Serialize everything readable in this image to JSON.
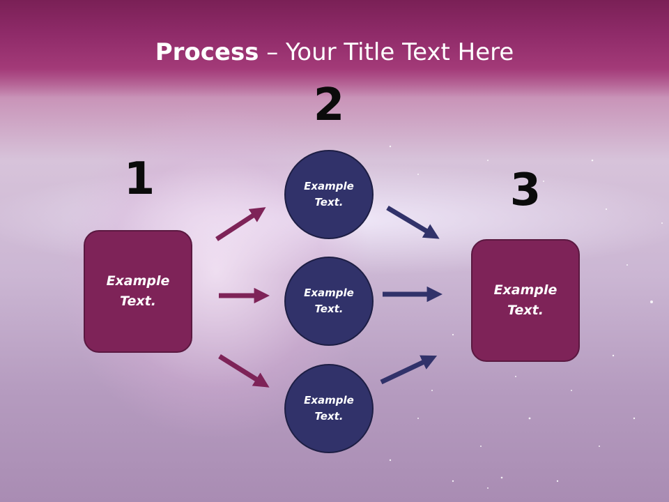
{
  "slide": {
    "title_bold": "Process",
    "title_rest": " – Your Title Text Here"
  },
  "steps": {
    "one": "1",
    "two": "2",
    "three": "3"
  },
  "nodes": {
    "left_box": {
      "line1": "Example",
      "line2": "Text."
    },
    "circle_top": {
      "line1": "Example",
      "line2": "Text."
    },
    "circle_middle": {
      "line1": "Example",
      "line2": "Text."
    },
    "circle_bottom": {
      "line1": "Example",
      "line2": "Text."
    },
    "right_box": {
      "line1": "Example",
      "line2": "Text."
    }
  },
  "colors": {
    "header_band": "#8f2b69",
    "box_fill": "#7e2358",
    "circle_fill": "#31326a",
    "arrow_left": "#7e2358",
    "arrow_right": "#31326a"
  }
}
